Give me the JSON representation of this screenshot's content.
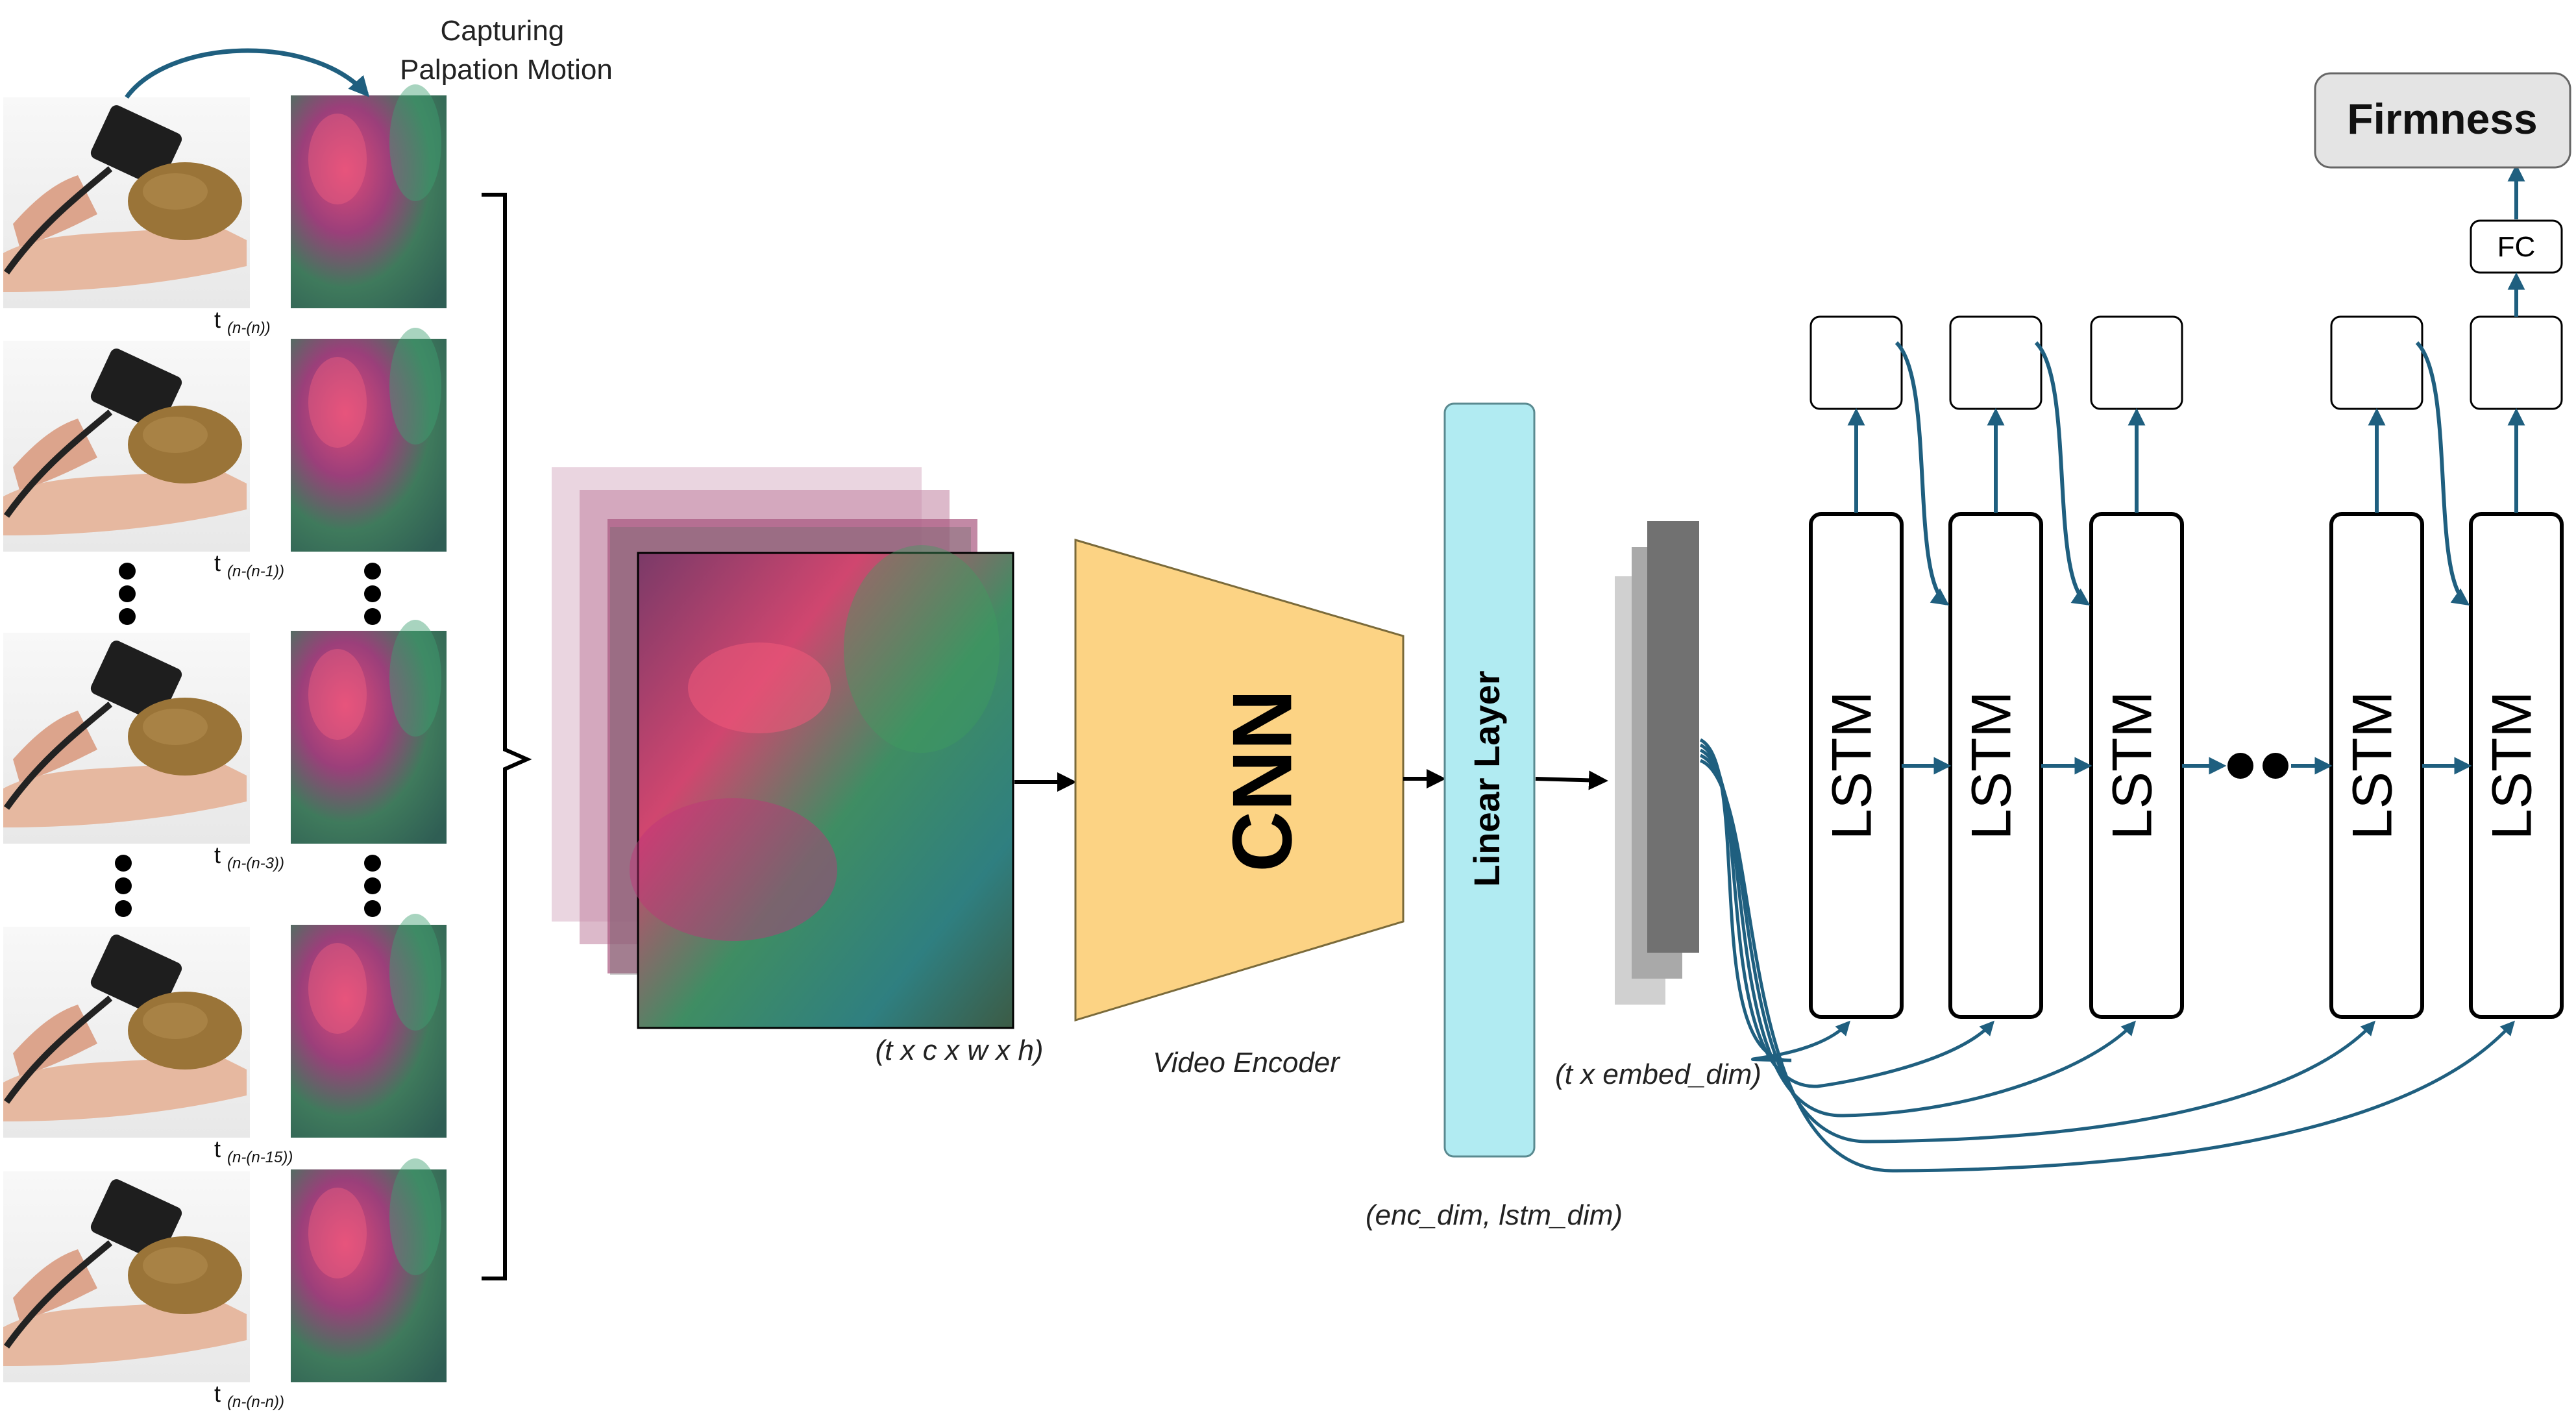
{
  "capture_label": [
    "Capturing",
    "Palpation Motion"
  ],
  "time_labels": [
    {
      "base": "t",
      "sub": "(n-(n))"
    },
    {
      "base": "t",
      "sub": "(n-(n-1))"
    },
    {
      "base": "t",
      "sub": "(n-(n-3))"
    },
    {
      "base": "t",
      "sub": "(n-(n-15))"
    },
    {
      "base": "t",
      "sub": "(n-(n-n))"
    }
  ],
  "tensor_dim_label": "(t x c x w x h)",
  "cnn_label": "CNN",
  "encoder_label": "Video Encoder",
  "linear_label": "Linear Layer",
  "embed_dim_label": "(t x embed_dim)",
  "enc_lstm_label": "(enc_dim, lstm_dim)",
  "lstm_label": "LSTM",
  "fc_label": "FC",
  "output_label": "Firmness",
  "icons": {
    "hand_frames": "hand-holding-kiwi-with-sensor-photo",
    "tactile_frames": "tactile-sensor-image",
    "ellipsis": "vertical-ellipsis-icon",
    "horizontal_ellipsis": "horizontal-ellipsis-icon"
  },
  "colors": {
    "arrow_blue": "#1f5f7f",
    "cnn_fill": "#fcd384",
    "linear_fill": "#b1ebf2",
    "firmness_fill": "#e4e4e4",
    "embed_dark": "#717171"
  }
}
